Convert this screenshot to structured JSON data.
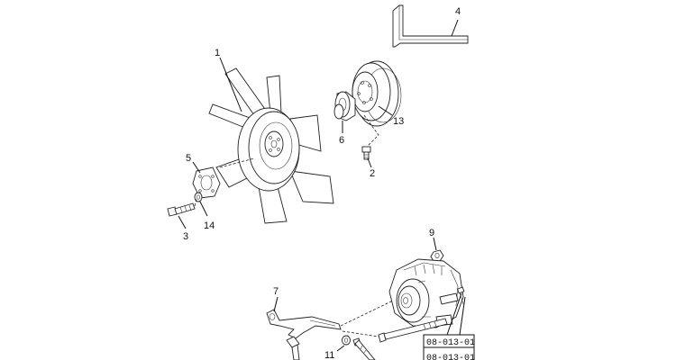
{
  "callouts": {
    "c1": "1",
    "c2": "2",
    "c3": "3",
    "c4": "4",
    "c5": "5",
    "c6": "6",
    "c7": "7",
    "c9": "9",
    "c11": "11",
    "c13": "13",
    "c14": "14"
  },
  "reference_code": "08-013-01"
}
